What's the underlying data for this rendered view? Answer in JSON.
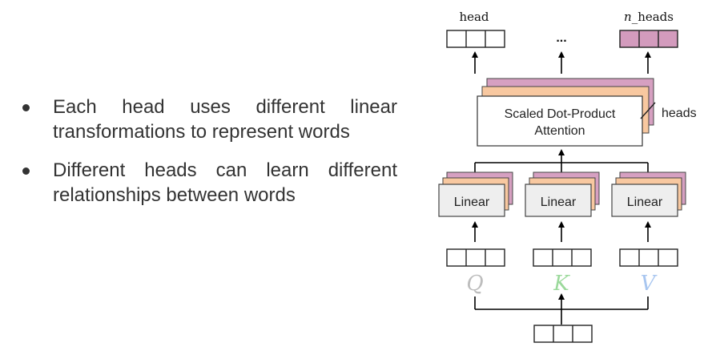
{
  "bullets": [
    "Each head uses different linear transformations to represent words",
    "Different heads can learn different relationships between words"
  ],
  "diagram": {
    "head_label": "head",
    "n_heads_label": "n_heads",
    "ellipsis": "...",
    "attention_line1": "Scaled Dot-Product",
    "attention_line2": "Attention",
    "heads_label": "heads",
    "linear_label": "Linear",
    "q_label": "Q",
    "k_label": "K",
    "v_label": "V"
  },
  "colors": {
    "pink_layer": "#d6a0c1",
    "peach_layer": "#f8c8a0",
    "linear_fill": "#eeeeee",
    "output_highlight": "#d39bbd",
    "q_color": "#bdbdbd",
    "k_color": "#9bd99b",
    "v_color": "#a8c6f0"
  }
}
